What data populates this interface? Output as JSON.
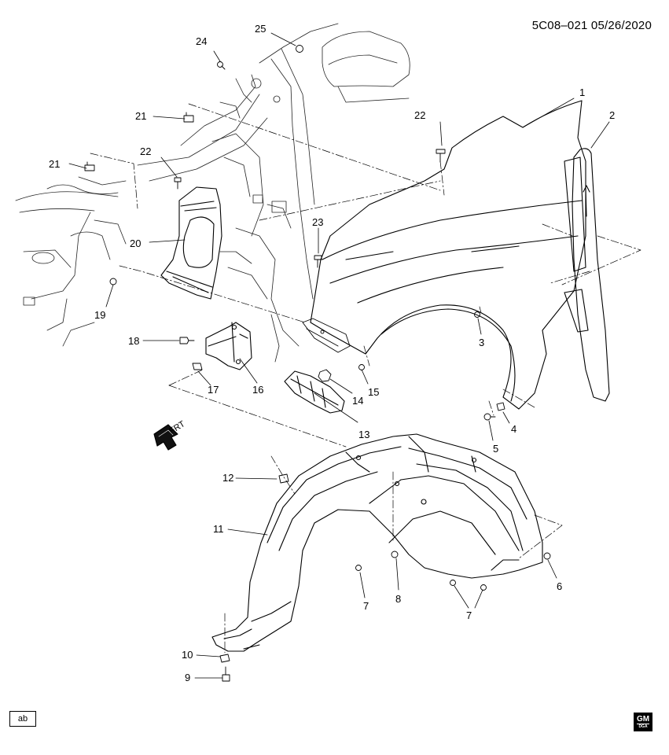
{
  "header": {
    "code": "5C08–021  05/26/2020"
  },
  "direction_label": "FRT",
  "footer": {
    "ab_label": "ab",
    "logo_text": "GM",
    "logo_sub": "DGA"
  },
  "callouts": [
    "1",
    "2",
    "3",
    "4",
    "5",
    "6",
    "7",
    "7",
    "7",
    "8",
    "9",
    "10",
    "11",
    "12",
    "13",
    "14",
    "15",
    "16",
    "17",
    "18",
    "19",
    "20",
    "21",
    "21",
    "22",
    "22",
    "23",
    "24",
    "25"
  ]
}
